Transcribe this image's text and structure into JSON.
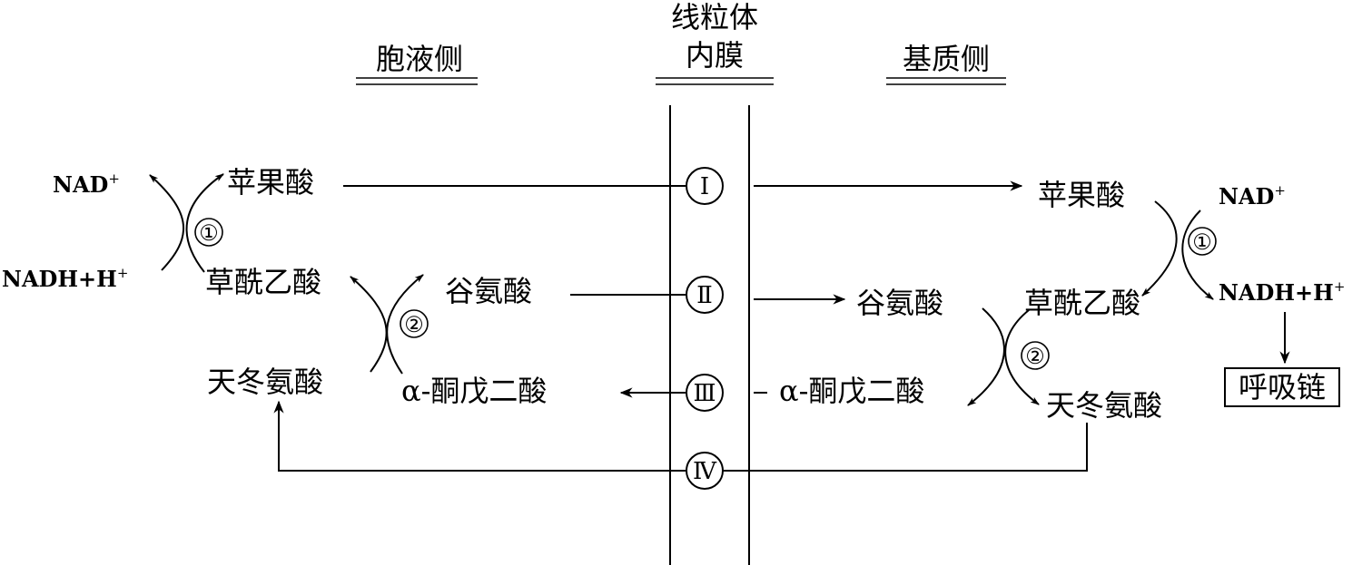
{
  "headers": {
    "cytosol_side": "胞液侧",
    "membrane_line1": "线粒体",
    "membrane_line2": "内膜",
    "matrix_side": "基质侧"
  },
  "transporters": [
    "Ⅰ",
    "Ⅱ",
    "Ⅲ",
    "Ⅳ"
  ],
  "cytosol": {
    "nad": "NAD",
    "nadh": "NADH+H",
    "plus": "+",
    "malate": "苹果酸",
    "oxaloacetate": "草酰乙酸",
    "glutamate": "谷氨酸",
    "aspartate": "天冬氨酸",
    "alpha_ketoglutarate": "α-酮戊二酸",
    "reaction_1": "①",
    "reaction_2": "②"
  },
  "matrix": {
    "malate": "苹果酸",
    "nad": "NAD",
    "nadh": "NADH+H",
    "plus": "+",
    "glutamate": "谷氨酸",
    "oxaloacetate": "草酰乙酸",
    "alpha_ketoglutarate": "α-酮戊二酸",
    "aspartate": "天冬氨酸",
    "respiratory_chain": "呼吸链",
    "reaction_1": "①",
    "reaction_2": "②"
  }
}
